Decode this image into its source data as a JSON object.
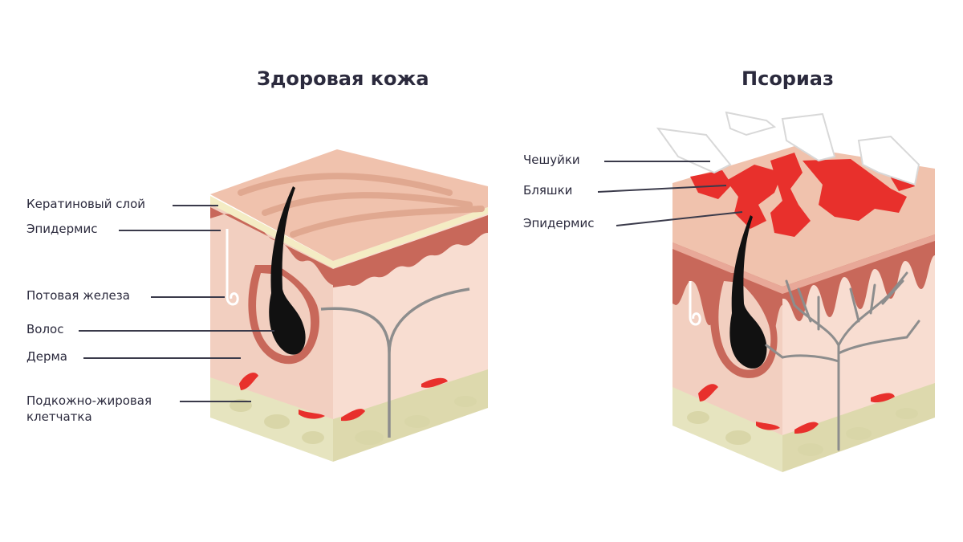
{
  "titles": {
    "healthy": "Здоровая кожа",
    "psoriasis": "Псориаз"
  },
  "healthy_labels": {
    "keratin": "Кератиновый слой",
    "epidermis": "Эпидермис",
    "sweat_gland": "Потовая железа",
    "hair": "Волос",
    "dermis": "Дерма",
    "subcutaneous_1": "Подкожно-жировая",
    "subcutaneous_2": "клетчатка"
  },
  "psoriasis_labels": {
    "scales": "Чешуйки",
    "plaques": "Бляшки",
    "epidermis": "Эпидермис"
  },
  "colors": {
    "text": "#2b2a3d",
    "leader_line": "#3a3a4a",
    "skin_top": "#f0c2ad",
    "skin_side": "#f7d9cc",
    "epidermis": "#c8685a",
    "fat": "#e6e4bf",
    "plaque": "#e8302c",
    "vessel": "#8d8d8d"
  }
}
